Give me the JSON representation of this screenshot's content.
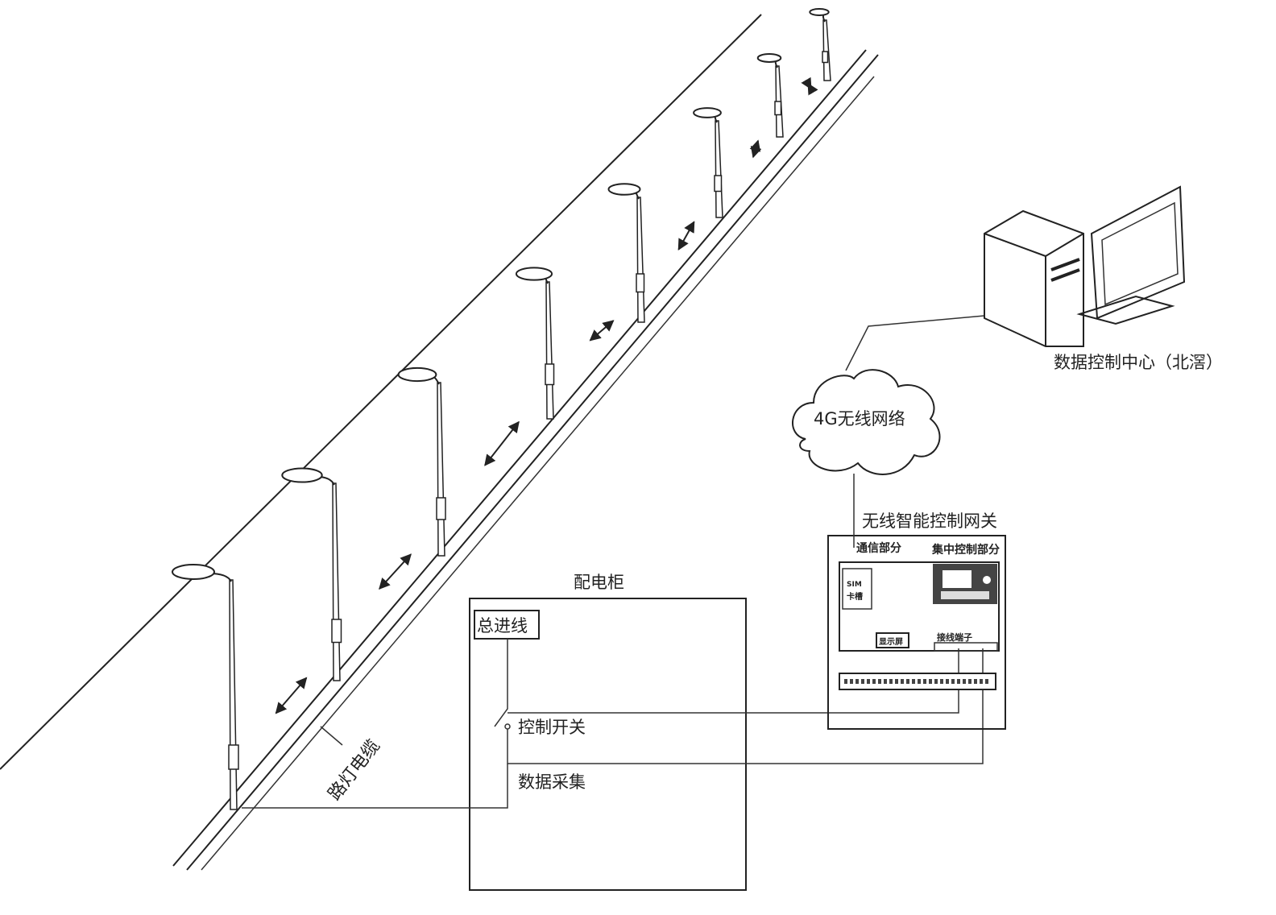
{
  "labels": {
    "data_center": "数据控制中心（北滘）",
    "network": "4G无线网络",
    "gateway_title": "无线智能控制网关",
    "comm_part": "通信部分",
    "central_control": "集中控制部分",
    "sim_line1": "SIM",
    "sim_line2": "卡槽",
    "display": "显示屏",
    "terminal": "接线端子",
    "cabinet": "配电柜",
    "main_inlet": "总进线",
    "control_switch": "控制开关",
    "data_collection": "数据采集",
    "cable": "路灯电缆"
  }
}
